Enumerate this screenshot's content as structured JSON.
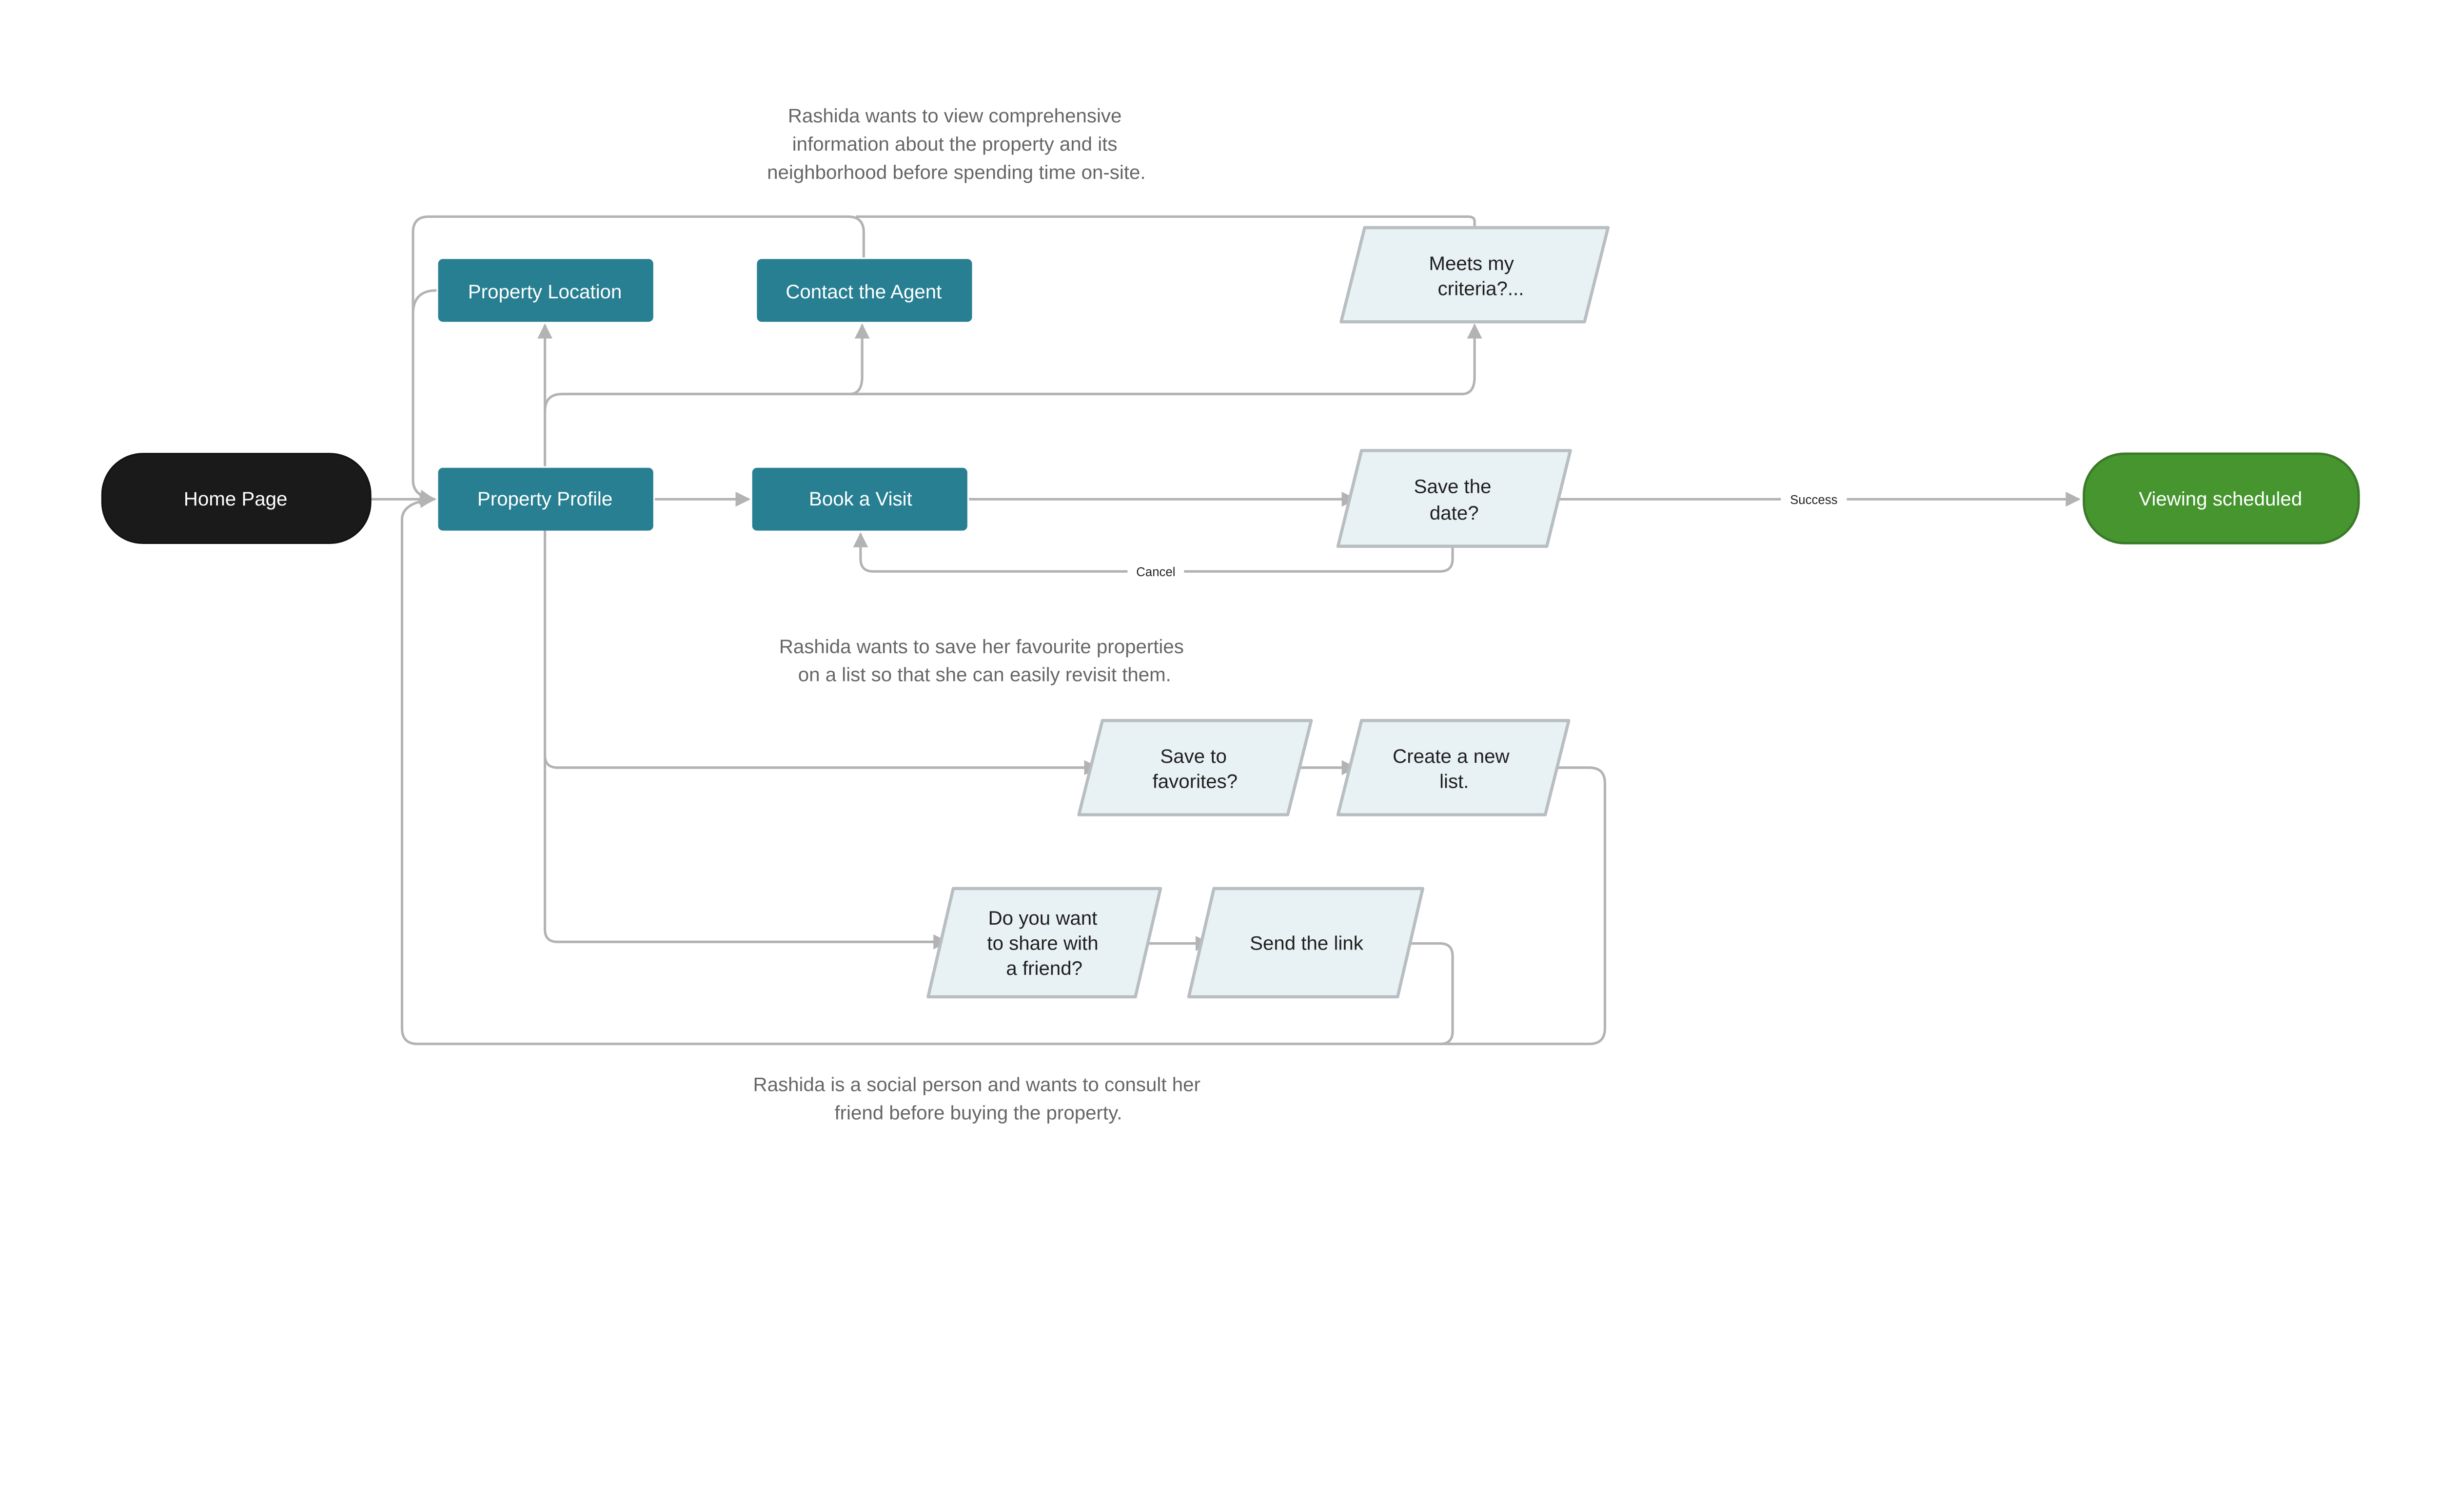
{
  "colors": {
    "process": "#287f92",
    "start": "#1a1a1a",
    "end": "#46952f",
    "decision_fill": "#e8f1f4",
    "decision_border": "#b8bec1",
    "connector": "#b3b3b3"
  },
  "nodes": {
    "home_page": "Home Page",
    "property_location": "Property Location",
    "contact_agent": "Contact the Agent",
    "property_profile": "Property Profile",
    "book_visit": "Book a Visit",
    "meets_criteria": [
      "Meets my",
      "criteria?..."
    ],
    "save_date": [
      "Save the",
      "date?"
    ],
    "viewing_scheduled": "Viewing scheduled",
    "save_favorites": [
      "Save to",
      "favorites?"
    ],
    "create_list": [
      "Create a new",
      "list."
    ],
    "share_friend": [
      "Do you want",
      "to share with",
      "a friend?"
    ],
    "send_link": "Send the link"
  },
  "edge_labels": {
    "success": "Success",
    "cancel": "Cancel"
  },
  "notes": {
    "info": [
      "Rashida wants to view comprehensive",
      "information about the property and its",
      "neighborhood before spending time on-site."
    ],
    "favorites": [
      "Rashida wants to save her favourite properties",
      "on a list so that she can easily revisit them."
    ],
    "social": [
      "Rashida is a social person and wants to consult her",
      "friend before buying the property."
    ]
  }
}
